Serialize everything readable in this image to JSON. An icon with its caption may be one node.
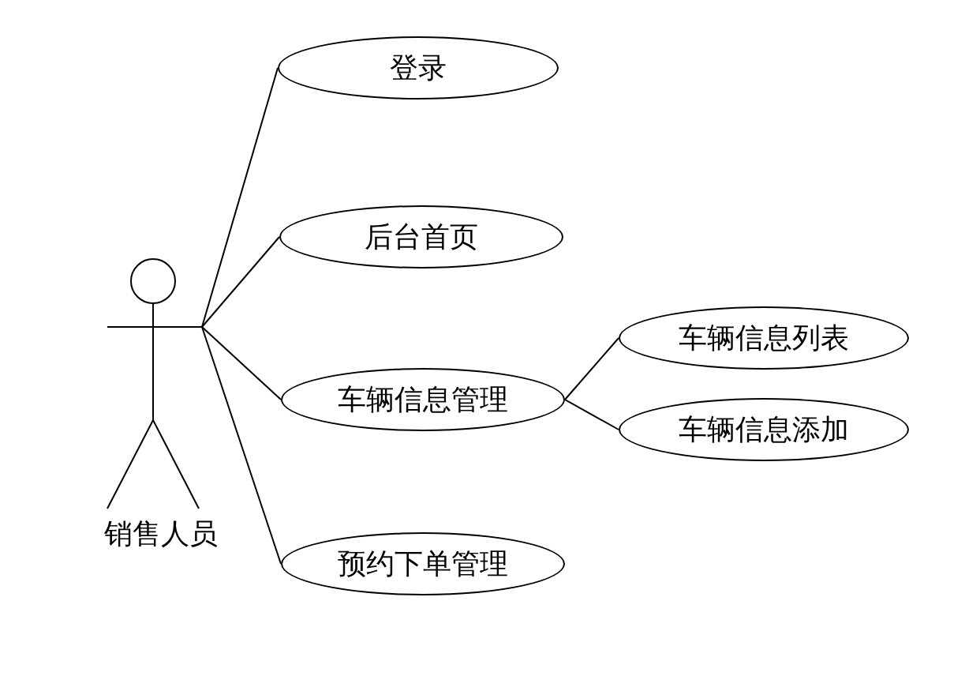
{
  "diagram": {
    "nodes": [
      {
        "text": [],
        "shape": "person",
        "beside": [
          "销售人员"
        ]
      },
      {
        "text": [
          "登录"
        ]
      },
      {
        "text": [
          "后台首页"
        ]
      },
      {
        "text": [
          "车辆信息管理"
        ]
      },
      {
        "text": [
          "预约下单管理"
        ]
      },
      {
        "text": [
          "车辆信息列表"
        ]
      },
      {
        "text": [
          "车辆信息添加"
        ]
      }
    ],
    "edges": [
      {
        "from": 0,
        "to": 1,
        "arrow": "none"
      },
      {
        "from": 0,
        "to": 2,
        "arrow": "none"
      },
      {
        "from": 0,
        "to": 3,
        "arrow": "none"
      },
      {
        "from": 0,
        "to": 4,
        "arrow": "none"
      },
      {
        "from": 3,
        "to": 5,
        "arrow": "none"
      },
      {
        "from": 3,
        "to": 6,
        "arrow": "none"
      }
    ]
  }
}
